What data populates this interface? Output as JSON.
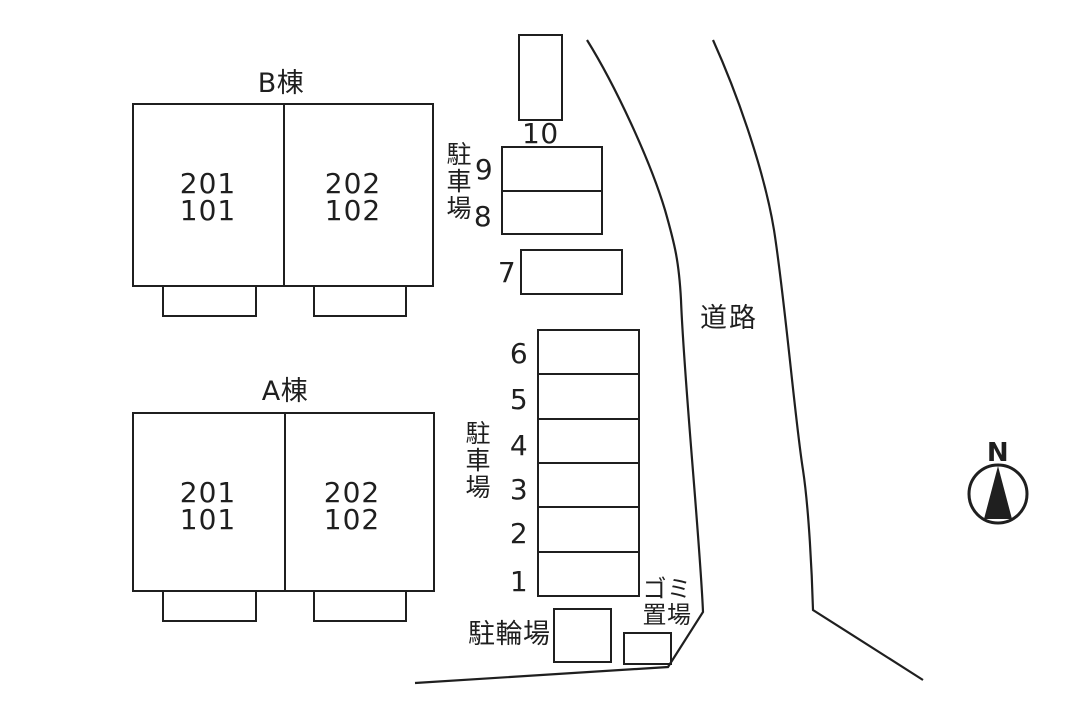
{
  "buildings": {
    "b": {
      "title": "B棟",
      "left_unit": {
        "line1": "201",
        "line2": "101"
      },
      "right_unit": {
        "line1": "202",
        "line2": "102"
      }
    },
    "a": {
      "title": "A棟",
      "left_unit": {
        "line1": "201",
        "line2": "101"
      },
      "right_unit": {
        "line1": "202",
        "line2": "102"
      }
    }
  },
  "parking_upper": {
    "label": "駐車場",
    "space_10": "10",
    "space_9": "9",
    "space_8": "8",
    "space_7": "7"
  },
  "parking_lower": {
    "label": "駐車場",
    "spaces": [
      "6",
      "5",
      "4",
      "3",
      "2",
      "1"
    ]
  },
  "bicycle": {
    "label": "駐輪場"
  },
  "garbage": {
    "label_line1": "ゴミ",
    "label_line2": "置場"
  },
  "road": {
    "label": "道路"
  },
  "compass": {
    "label": "N"
  },
  "colors": {
    "line": "#1f1f1f",
    "background": "#ffffff"
  }
}
